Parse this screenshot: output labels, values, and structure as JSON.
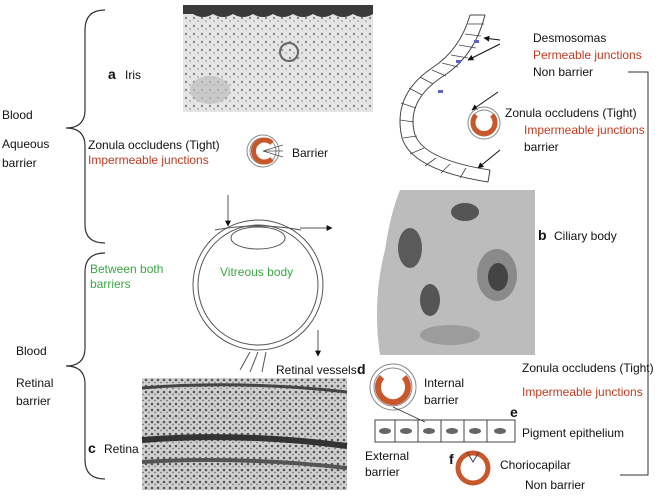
{
  "left_labels": {
    "blood_top": "Blood",
    "aqueous_barrier_1": "Aqueous",
    "aqueous_barrier_2": "barrier",
    "blood_bottom": "Blood",
    "retinal_barrier_1": "Retinal",
    "retinal_barrier_2": "barrier"
  },
  "panels": {
    "a_letter": "a",
    "a_name": "Iris",
    "b_letter": "b",
    "b_name": "Ciliary body",
    "c_letter": "c",
    "c_name": "Retina",
    "d_letter": "d",
    "e_letter": "e",
    "f_letter": "f"
  },
  "middle": {
    "zonula": "Zonula occludens (Tight)",
    "impermeable": "Impermeable junctions",
    "barrier": "Barrier",
    "between_1": "Between both",
    "between_2": "barriers",
    "vitreous": "Vitreous body",
    "retinal_vessels": "Retinal vessels"
  },
  "right_top": {
    "desmosomas": "Desmosomas",
    "permeable": "Permeable junctions",
    "non_barrier": "Non barrier",
    "zonula": "Zonula occludens (Tight)",
    "impermeable": "Impermeable junctions",
    "barrier": "barrier"
  },
  "right_bottom": {
    "zonula": "Zonula occludens (Tight)",
    "impermeable": "Impermeable junctions",
    "internal_1": "Internal",
    "internal_2": "barrier",
    "pigment": "Pigment epithelium",
    "external_1": "External",
    "external_2": "barrier",
    "choriocapilar": "Choriocapilar",
    "non_barrier": "Non barrier"
  },
  "colors": {
    "red": "#c23a1e",
    "green": "#3aa845",
    "ring": "#c9572c"
  }
}
